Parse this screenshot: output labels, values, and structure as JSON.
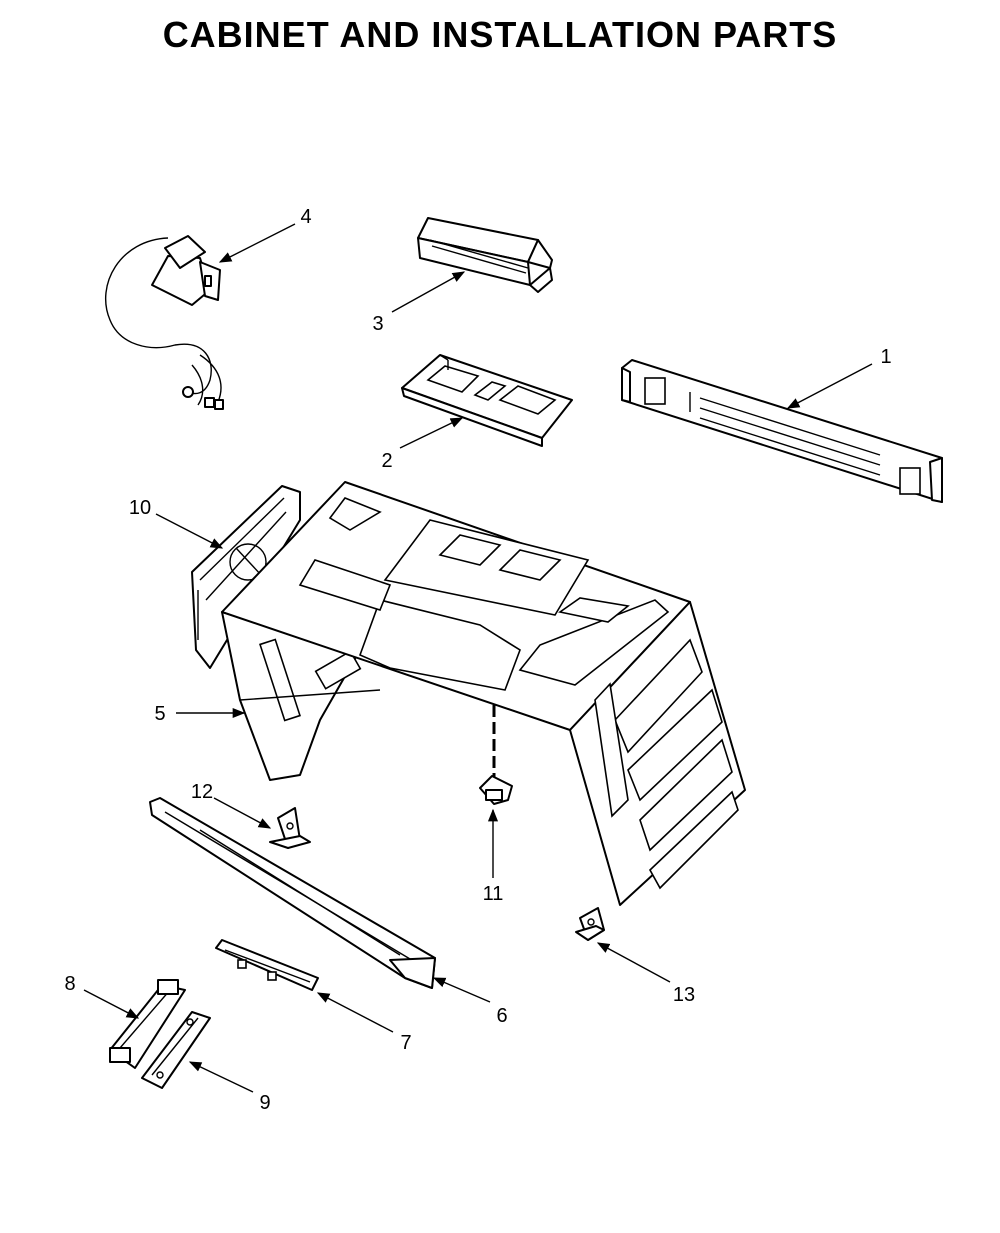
{
  "title": "CABINET AND INSTALLATION PARTS",
  "parts": [
    {
      "id": "1",
      "label": "1"
    },
    {
      "id": "2",
      "label": "2"
    },
    {
      "id": "3",
      "label": "3"
    },
    {
      "id": "4",
      "label": "4"
    },
    {
      "id": "5",
      "label": "5"
    },
    {
      "id": "6",
      "label": "6"
    },
    {
      "id": "7",
      "label": "7"
    },
    {
      "id": "8",
      "label": "8"
    },
    {
      "id": "9",
      "label": "9"
    },
    {
      "id": "10",
      "label": "10"
    },
    {
      "id": "11",
      "label": "11"
    },
    {
      "id": "12",
      "label": "12"
    },
    {
      "id": "13",
      "label": "13"
    }
  ]
}
